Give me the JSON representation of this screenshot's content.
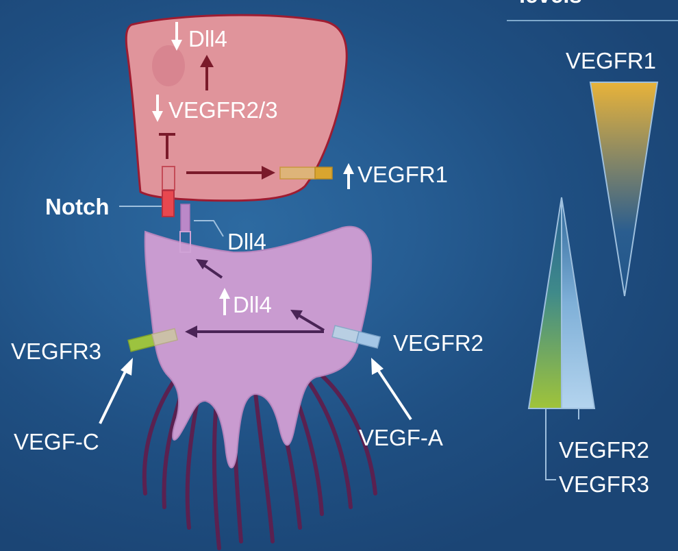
{
  "header": {
    "partial_title": "levels"
  },
  "tip_cell": {
    "dll4_label": "Dll4",
    "vegfr23_label": "VEGFR2/3",
    "vegfr1_label": "VEGFR1"
  },
  "notch_label": "Notch",
  "stalk_cell": {
    "dll4_ligand_label": "Dll4",
    "dll4_up_label": "Dll4",
    "vegfr3_label": "VEGFR3",
    "vegfr2_label": "VEGFR2",
    "vegfc_label": "VEGF-C",
    "vegfa_label": "VEGF-A"
  },
  "gradients": {
    "vegfr1_label": "VEGFR1",
    "vegfr2_label": "VEGFR2",
    "vegfr3_label": "VEGFR3"
  },
  "colors": {
    "background": "#1f4f82",
    "tip_cell": "#e3959b",
    "tip_cell_outline": "#9e1c31",
    "stalk_cell": "#c99bd0",
    "stalk_filopodia": "#5a2150",
    "arrow_dark_red": "#7a1a2a",
    "arrow_dark_purple": "#4a2456",
    "vegfr1": "#e2b53f",
    "vegfr2": "#a9cbe8",
    "vegfr3": "#9cc33f",
    "notch": "#e8484f",
    "white": "#ffffff"
  }
}
